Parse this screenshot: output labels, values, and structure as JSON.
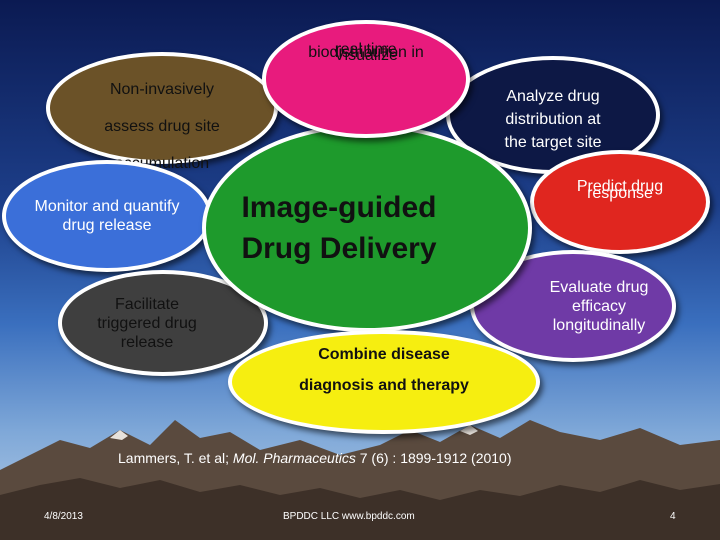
{
  "diagram": {
    "center": {
      "line1": "Image-guided",
      "line2": "Drug Delivery"
    },
    "nodes": {
      "noninvasive": {
        "line1": "Non-invasively",
        "line2": "assess drug site",
        "line3": "accumulation",
        "color": "#6b5228"
      },
      "visualize": {
        "line1": "Visualize",
        "line2": "biodistribution in",
        "line3": "real time",
        "color": "#e81b7d"
      },
      "analyze": {
        "line1": "Analyze drug",
        "line2": "distribution at",
        "line3": "the target site",
        "color": "#0d1845"
      },
      "monitor": {
        "line1": "Monitor and quantify",
        "line2": "drug release",
        "color": "#3b6fd9"
      },
      "predict": {
        "line1": "Predict drug",
        "line2": "response",
        "color": "#e0261f"
      },
      "evaluate": {
        "line1": "Evaluate drug",
        "line2": "efficacy",
        "line3": "longitudinally",
        "color": "#6f3aa6"
      },
      "facilitate": {
        "line1": "Facilitate",
        "line2": "triggered drug",
        "line3": "release",
        "color": "#3f3f3f"
      },
      "combine": {
        "line1": "Combine disease",
        "line2": "diagnosis and therapy",
        "color": "#f6ee10"
      }
    },
    "center_color": "#1e9a2c"
  },
  "citation": {
    "authors": "Lammers, T. et al;",
    "journal": "Mol. Pharmaceutics",
    "details": "7 (6) : 1899-1912 (2010)"
  },
  "footer": {
    "date": "4/8/2013",
    "organization": "BPDDC LLC  www.bpddc.com",
    "page_number": "4"
  }
}
